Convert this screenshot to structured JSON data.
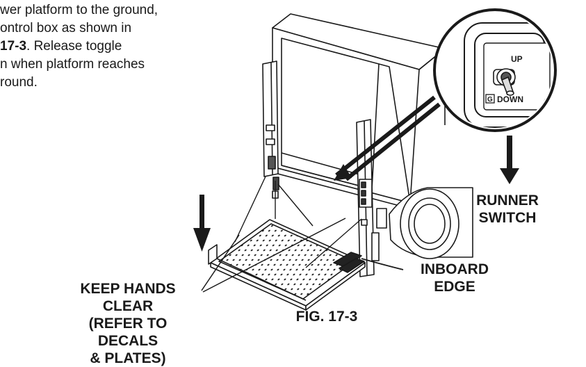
{
  "paragraph": {
    "line1": "wer platform to the ground,",
    "line2": "ontrol box as shown in",
    "line3_bold": "17-3",
    "line3_rest": ". Release toggle",
    "line4": "n when platform reaches",
    "line5": "round."
  },
  "switch_panel": {
    "up_label": "UP",
    "g_label": "G",
    "down_label": "DOWN"
  },
  "callouts": {
    "runner_switch": [
      "RUNNER",
      "SWITCH"
    ],
    "inboard_edge": [
      "INBOARD",
      "EDGE"
    ],
    "keep_hands_clear": [
      "KEEP HANDS CLEAR",
      "(REFER TO DECALS",
      "& PLATES)"
    ]
  },
  "figure_caption": "FIG. 17-3"
}
